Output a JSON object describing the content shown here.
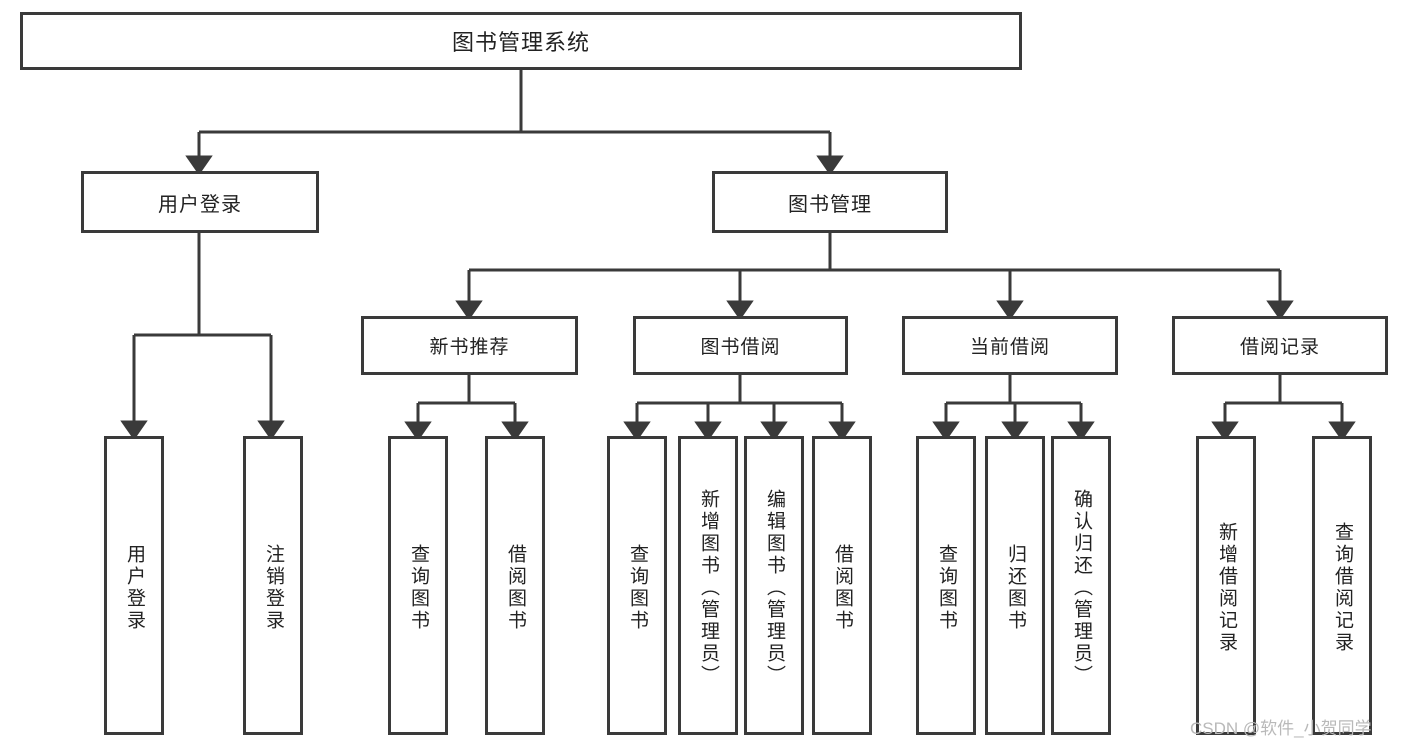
{
  "diagram": {
    "title": "图书管理系统",
    "type": "tree",
    "colors": {
      "line": "#3a3a3a",
      "box_border": "#3a3a3a",
      "box_fill": "#ffffff",
      "text": "#222222",
      "watermark": "#b9b9b9"
    },
    "root": {
      "label": "图书管理系统"
    },
    "level2": [
      {
        "label": "用户登录"
      },
      {
        "label": "图书管理"
      }
    ],
    "level3": [
      {
        "label": "新书推荐"
      },
      {
        "label": "图书借阅"
      },
      {
        "label": "当前借阅"
      },
      {
        "label": "借阅记录"
      }
    ],
    "leaves": {
      "user_login": [
        {
          "label": "用户登录"
        },
        {
          "label": "注销登录"
        }
      ],
      "new_book_recommend": [
        {
          "label": "查询图书"
        },
        {
          "label": "借阅图书"
        }
      ],
      "book_borrow": [
        {
          "label": "查询图书"
        },
        {
          "label": "新增图书（管理员）"
        },
        {
          "label": "编辑图书（管理员）"
        },
        {
          "label": "借阅图书"
        }
      ],
      "current_borrow": [
        {
          "label": "查询图书"
        },
        {
          "label": "归还图书"
        },
        {
          "label": "确认归还（管理员）"
        }
      ],
      "borrow_record": [
        {
          "label": "新增借阅记录"
        },
        {
          "label": "查询借阅记录"
        }
      ]
    }
  },
  "watermark": {
    "text": "CSDN @软件_小贺同学"
  }
}
